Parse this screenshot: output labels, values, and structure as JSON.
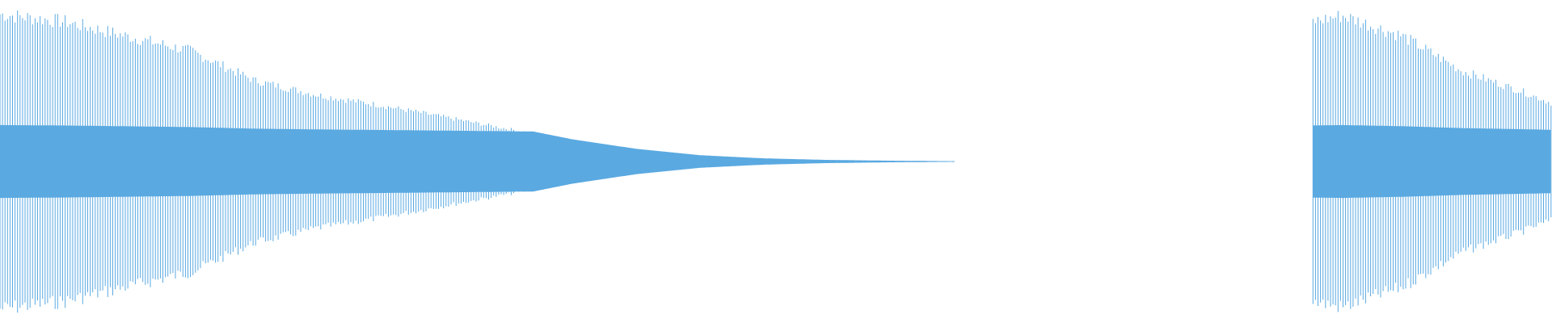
{
  "waveform": {
    "color": "#5aa9e1",
    "background": "#ffffff",
    "segments": [
      {
        "id": "clip-1",
        "start_fraction": 0.0,
        "end_fraction": 0.615,
        "envelope": {
          "peak_amplitude": 0.98,
          "decay_profile": [
            1.0,
            0.95,
            0.85,
            0.75,
            0.55,
            0.45,
            0.38,
            0.3,
            0.22,
            0.14,
            0.08,
            0.04,
            0.02,
            0.01,
            0.005,
            0.002
          ]
        },
        "core_level": 0.18
      },
      {
        "id": "clip-2",
        "start_fraction": 0.846,
        "end_fraction": 1.0,
        "envelope": {
          "peak_amplitude": 0.97,
          "decay_profile": [
            0.96,
            1.0,
            0.93,
            0.86,
            0.74,
            0.62,
            0.55,
            0.48,
            0.4
          ]
        },
        "core_level": 0.18
      }
    ],
    "silence_between": {
      "start_fraction": 0.615,
      "end_fraction": 0.846
    }
  }
}
